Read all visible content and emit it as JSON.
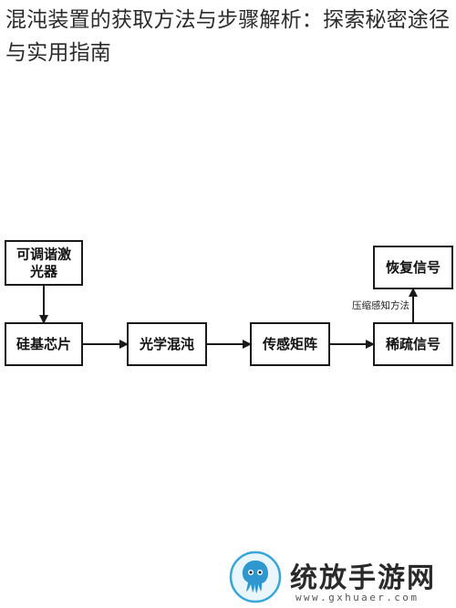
{
  "title": "混沌装置的获取方法与步骤解析：探索秘密途径与实用指南",
  "diagram": {
    "nodes": [
      {
        "id": "laser",
        "lines": [
          "可调谐激",
          "光器"
        ]
      },
      {
        "id": "chip",
        "lines": [
          "硅基芯片"
        ]
      },
      {
        "id": "chaos",
        "lines": [
          "光学混沌"
        ]
      },
      {
        "id": "matrix",
        "lines": [
          "传感矩阵"
        ]
      },
      {
        "id": "sparse",
        "lines": [
          "稀疏信号"
        ]
      },
      {
        "id": "recover",
        "lines": [
          "恢复信号"
        ]
      }
    ],
    "edges": [
      {
        "from": "laser",
        "to": "chip",
        "label": ""
      },
      {
        "from": "chip",
        "to": "chaos",
        "label": ""
      },
      {
        "from": "chaos",
        "to": "matrix",
        "label": ""
      },
      {
        "from": "matrix",
        "to": "sparse",
        "label": ""
      },
      {
        "from": "sparse",
        "to": "recover",
        "label": "压缩感知方法"
      }
    ]
  },
  "watermark": {
    "brand": "统放手游网",
    "url": "www.gxhuaer.com",
    "logo_icon": "octopus-logo-icon"
  }
}
